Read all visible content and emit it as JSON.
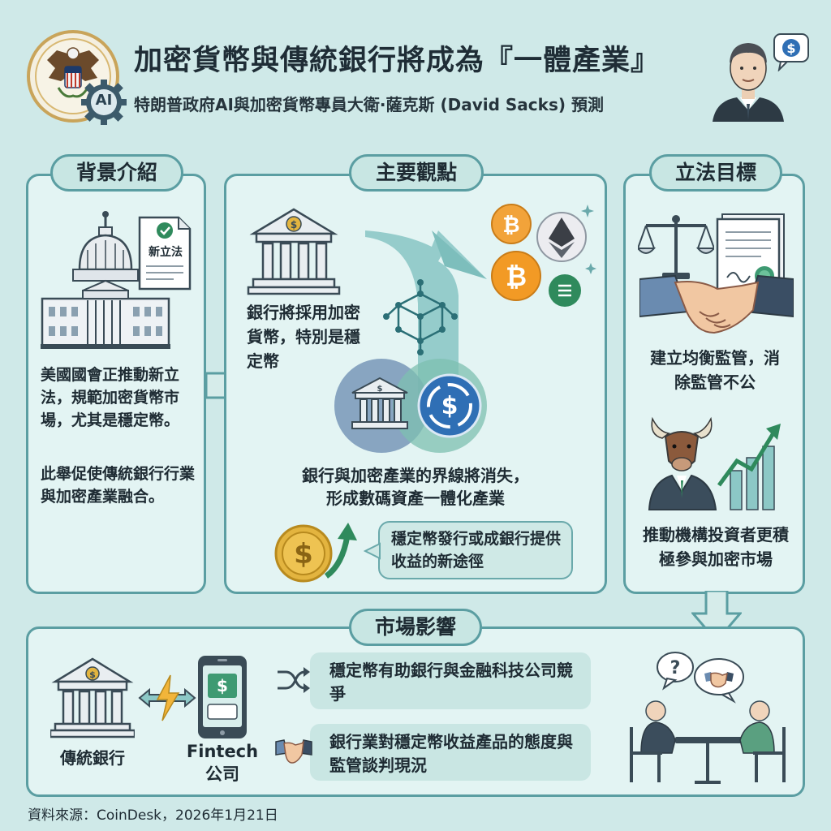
{
  "header": {
    "title": "加密貨幣與傳統銀行將成為『一體產業』",
    "subtitle": "特朗普政府AI與加密貨幣專員大衛·薩克斯 (David Sacks) 預測",
    "seal_badge": "AI"
  },
  "background_panel": {
    "label": "背景介紹",
    "doc_label": "新立法",
    "para1": "美國國會正推動新立法，規範加密貨幣市場，尤其是穩定幣。",
    "para2": "此舉促使傳統銀行行業與加密產業融合。"
  },
  "main_panel": {
    "label": "主要觀點",
    "point1": "銀行將採用加密貨幣，特別是穩定幣",
    "point2_line1": "銀行與加密產業的界線將消失，",
    "point2_line2": "形成數碼資產一體化產業",
    "point3": "穩定幣發行或成銀行提供收益的新途徑"
  },
  "goals_panel": {
    "label": "立法目標",
    "goal1": "建立均衡監管，消除監管不公",
    "goal2": "推動機構投資者更積極參與加密市場"
  },
  "market_panel": {
    "label": "市場影響",
    "bank_label": "傳統銀行",
    "fintech_label1": "Fintech",
    "fintech_label2": "公司",
    "impact1": "穩定幣有助銀行與金融科技公司競爭",
    "impact2": "銀行業對穩定幣收益產品的態度與監管談判現況"
  },
  "footer": {
    "source": "資料來源：CoinDesk，2026年1月21日"
  },
  "colors": {
    "background": "#cfe9e8",
    "panel": "#e3f4f3",
    "border": "#5b9ea2",
    "bitcoin": "#f2a33a",
    "ethereum": "#6d7680",
    "usdc": "#2f6fb5",
    "green": "#2f8a5c"
  }
}
